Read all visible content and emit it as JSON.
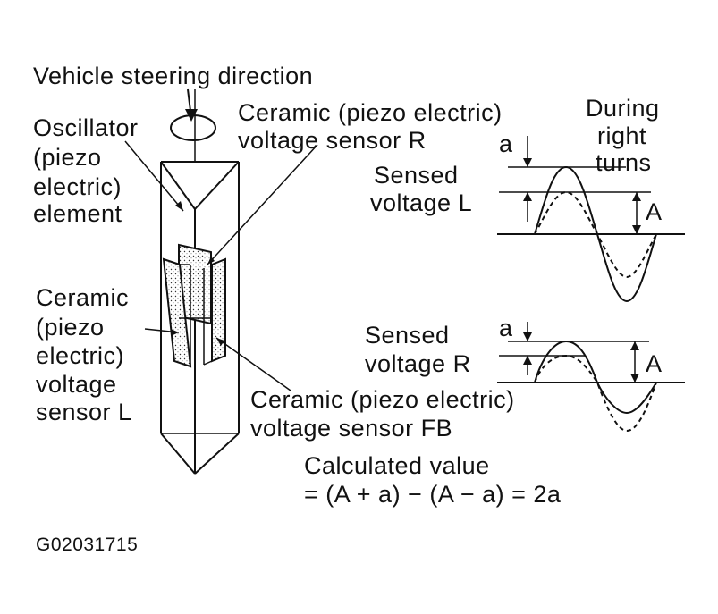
{
  "labels": {
    "steering": "Vehicle steering direction",
    "oscillator": [
      "Oscillator",
      "(piezo",
      "electric)",
      "element"
    ],
    "sensor_r": [
      "Ceramic (piezo electric)",
      "voltage sensor R"
    ],
    "sensor_l": [
      "Ceramic",
      "(piezo",
      "electric)",
      "voltage",
      "sensor L"
    ],
    "sensor_fb": [
      "Ceramic (piezo electric)",
      "voltage sensor FB"
    ],
    "during_right_turns": [
      "During",
      "right",
      "turns"
    ],
    "sensed_l": [
      "Sensed",
      "voltage L"
    ],
    "sensed_r": [
      "Sensed",
      "voltage R"
    ],
    "a_small": "a",
    "a_big": "A",
    "calculated": [
      "Calculated value",
      "= (A + a) − (A − a) = 2a"
    ],
    "figure_code": "G02031715"
  },
  "colors": {
    "ink": "#111111",
    "background": "#ffffff",
    "stipple": "#dddddd"
  }
}
